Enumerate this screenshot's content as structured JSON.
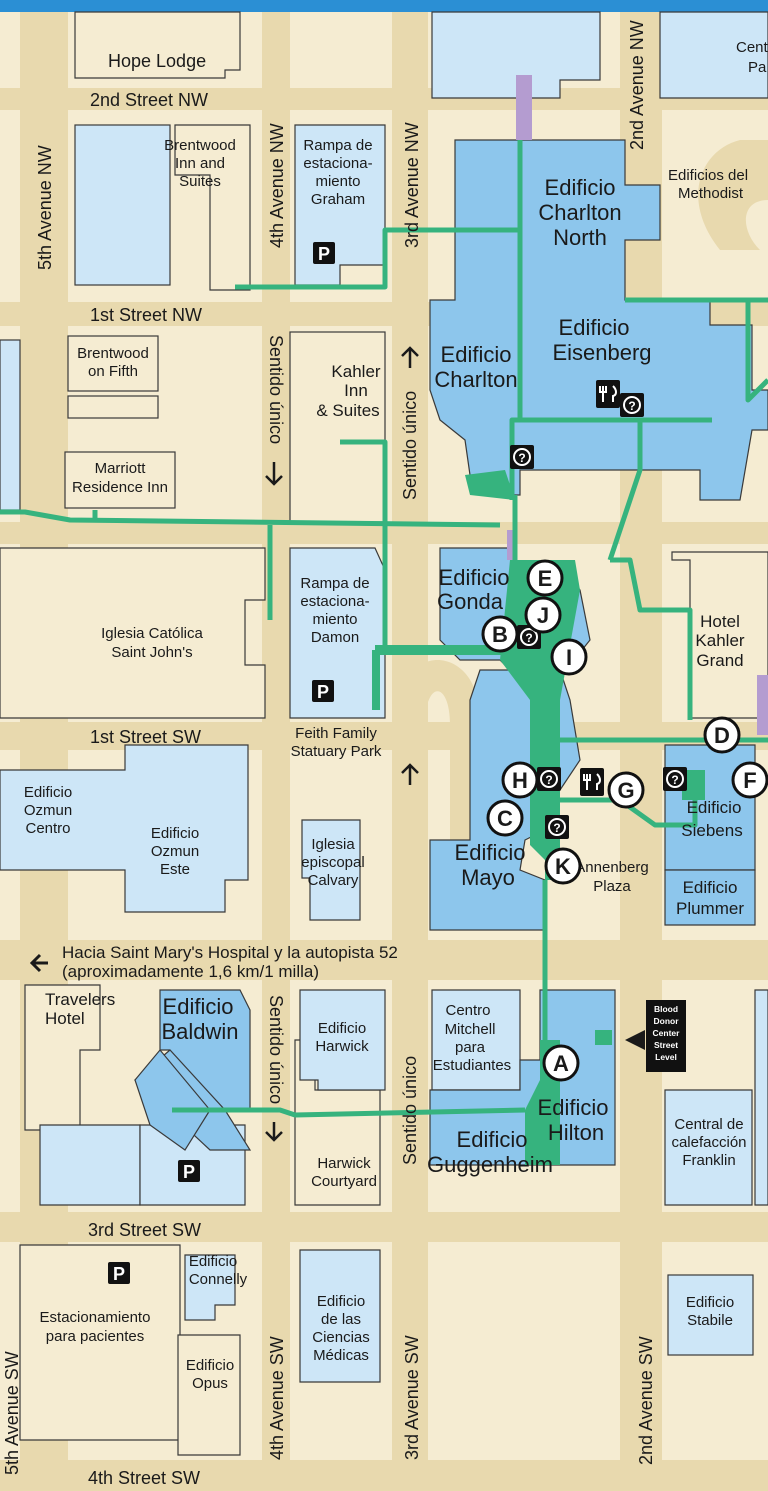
{
  "streets": {
    "second_nw": "2nd Street NW",
    "first_nw": "1st Street NW",
    "first_sw": "1st Street SW",
    "third_sw": "3rd Street SW",
    "fourth_sw": "4th Street SW",
    "fifth_ave_nw": "5th Avenue NW",
    "fourth_ave_nw": "4th Avenue NW",
    "third_ave_nw": "3rd Avenue NW",
    "second_ave_nw": "2nd Avenue NW",
    "fifth_ave_sw": "5th Avenue SW",
    "fourth_ave_sw": "4th Avenue SW",
    "third_ave_sw": "3rd Avenue SW",
    "second_ave_sw": "2nd Avenue SW",
    "one_way": "Sentido único"
  },
  "direction_note": {
    "line1": "Hacia Saint Mary's Hospital y la autopista 52",
    "line2": "(aproximadamente 1,6 km/1 milla)"
  },
  "buildings": {
    "hope_lodge": "Hope Lodge",
    "brentwood_inn": [
      "Brentwood",
      "Inn and",
      "Suites"
    ],
    "graham": [
      "Rampa de",
      "estaciona-",
      "miento",
      "Graham"
    ],
    "charlton_north": [
      "Edificio",
      "Charlton",
      "North"
    ],
    "methodist": [
      "Edificios del",
      "Methodist"
    ],
    "cent_pa": [
      "Cent",
      "Pa"
    ],
    "eisenberg": [
      "Edificio",
      "Eisenberg"
    ],
    "charlton": [
      "Edificio",
      "Charlton"
    ],
    "brentwood_fifth": [
      "Brentwood",
      "on Fifth"
    ],
    "kahler_inn": [
      "Kahler",
      "Inn",
      "& Suites"
    ],
    "marriott": [
      "Marriott",
      "Residence Inn"
    ],
    "saint_johns": [
      "Iglesia Católica",
      "Saint John's"
    ],
    "damon": [
      "Rampa de",
      "estaciona-",
      "miento",
      "Damon"
    ],
    "gonda": [
      "Edificio",
      "Gonda"
    ],
    "kahler_grand": [
      "Hotel",
      "Kahler",
      "Grand"
    ],
    "feith_park": [
      "Feith Family",
      "Statuary Park"
    ],
    "ozmun_centro": [
      "Edificio",
      "Ozmun",
      "Centro"
    ],
    "ozmun_este": [
      "Edificio",
      "Ozmun",
      "Este"
    ],
    "calvary": [
      "Iglesia",
      "episcopal",
      "Calvary"
    ],
    "mayo": [
      "Edificio",
      "Mayo"
    ],
    "annenberg": [
      "Annenberg",
      "Plaza"
    ],
    "siebens": [
      "Edificio",
      "Siebens"
    ],
    "plummer": [
      "Edificio",
      "Plummer"
    ],
    "travelers": [
      "Travelers",
      "Hotel"
    ],
    "baldwin": [
      "Edificio",
      "Baldwin"
    ],
    "harwick": [
      "Edificio",
      "Harwick"
    ],
    "mitchell": [
      "Centro",
      "Mitchell",
      "para",
      "Estudiantes"
    ],
    "blood_donor": [
      "Blood",
      "Donor",
      "Center",
      "Street",
      "Level"
    ],
    "hilton": [
      "Edificio",
      "Hilton"
    ],
    "guggenheim": [
      "Edificio",
      "Guggenheim"
    ],
    "franklin": [
      "Central de",
      "calefacción",
      "Franklin"
    ],
    "harwick_courtyard": [
      "Harwick",
      "Courtyard"
    ],
    "patient_parking": [
      "Estacionamiento",
      "para pacientes"
    ],
    "connelly": [
      "Edificio",
      "Connelly"
    ],
    "medical_sciences": [
      "Edificio",
      "de las",
      "Ciencias",
      "Médicas"
    ],
    "opus": [
      "Edificio",
      "Opus"
    ],
    "stabile": [
      "Edificio",
      "Stabile"
    ]
  },
  "markers": {
    "entrances": [
      "A",
      "B",
      "C",
      "D",
      "E",
      "F",
      "G",
      "H",
      "I",
      "J",
      "K"
    ],
    "parking": "P",
    "info": "?"
  },
  "colors": {
    "street": "#e8d9ae",
    "block": "#f5ecd2",
    "mayo_building": "#8dc6ec",
    "light_building": "#cde6f7",
    "subway": "#36b37e",
    "skyway": "#b49cd0",
    "header": "#2b8fd4"
  }
}
